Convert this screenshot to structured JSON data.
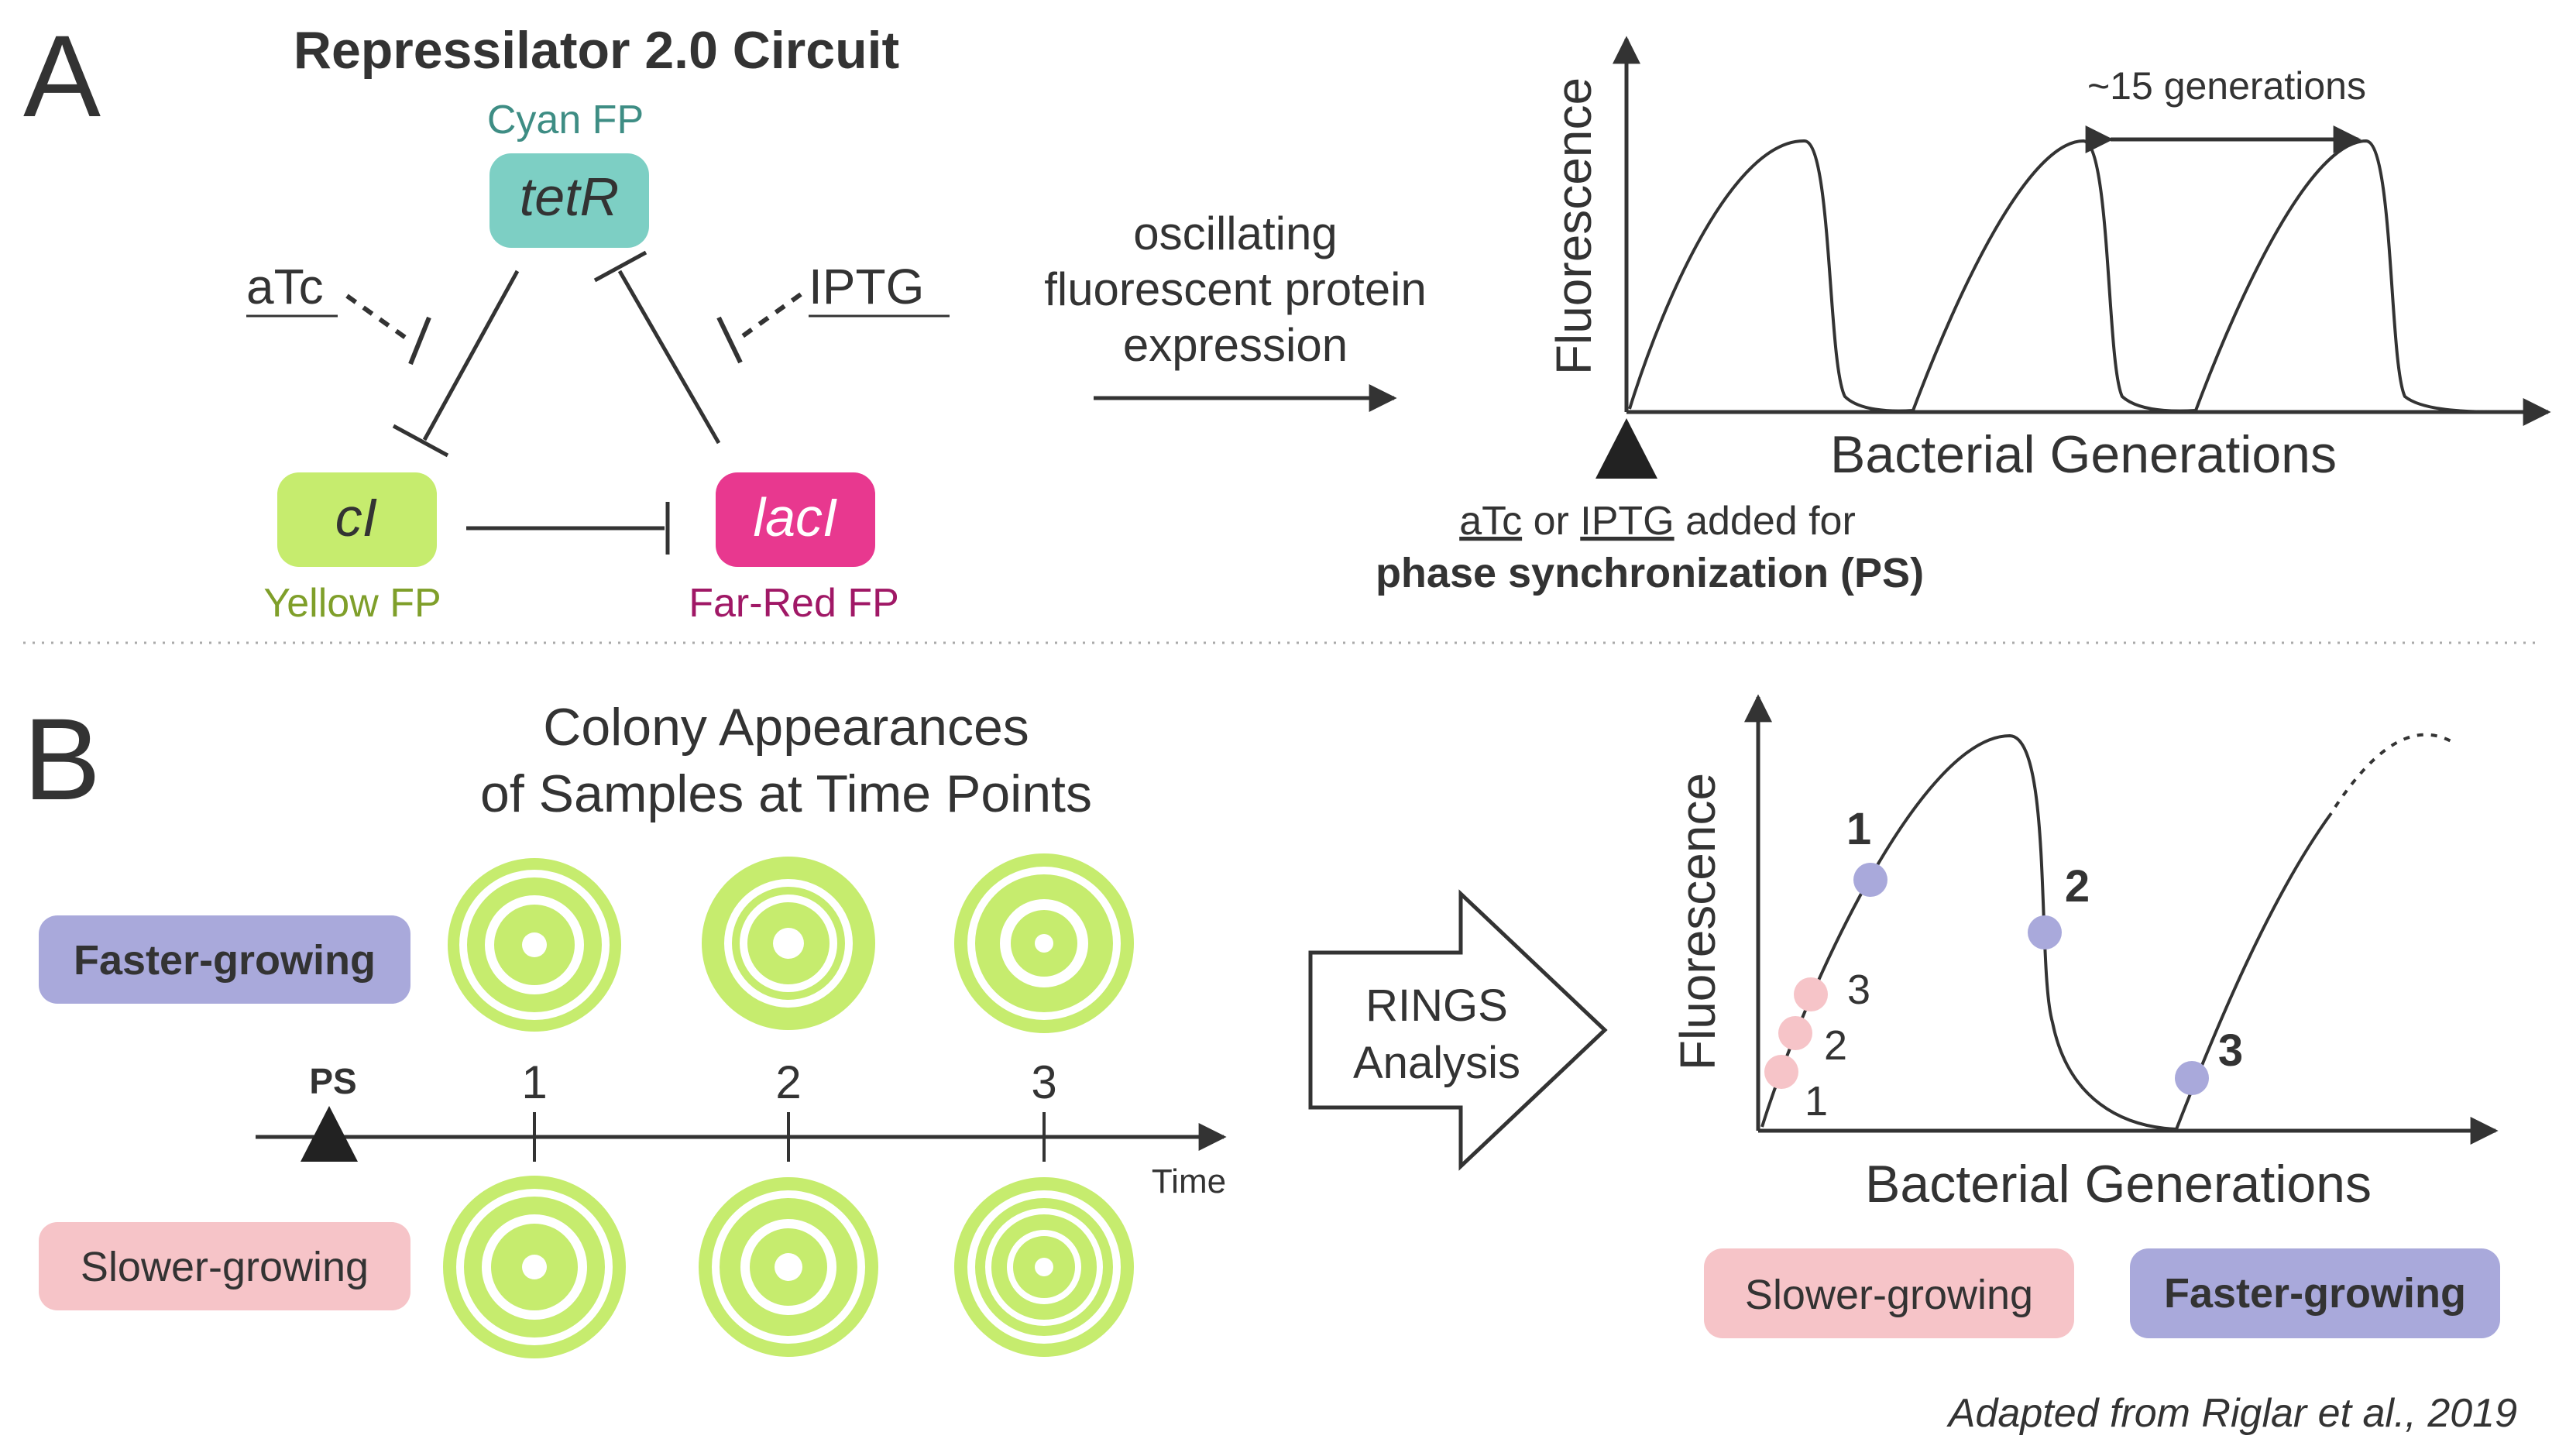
{
  "panelA": {
    "letter": "A",
    "title": "Repressilator 2.0 Circuit",
    "genes": {
      "tetR": {
        "label": "tetR",
        "fp": "Cyan FP",
        "box_color": "#7dcfc4",
        "fp_color": "#3e8d84"
      },
      "cI": {
        "label": "cI",
        "fp": "Yellow FP",
        "box_color": "#c6ec6e",
        "fp_color": "#7f9f2a"
      },
      "lacI": {
        "label": "lacI",
        "fp": "Far-Red FP",
        "box_color": "#e8388f",
        "fp_color": "#a01866"
      }
    },
    "inducers": {
      "left": "aTc",
      "right": "IPTG"
    },
    "arrow_text": [
      "oscillating",
      "fluorescent protein",
      "expression"
    ],
    "graph": {
      "ylabel": "Fluorescence",
      "xlabel": "Bacterial Generations",
      "period_label": "~15 generations",
      "ps_note_inducer1": "aTc",
      "ps_note_or": "or",
      "ps_note_inducer2": "IPTG",
      "ps_note_rest": "added for",
      "ps_note_bold": "phase synchronization (PS)"
    }
  },
  "panelB": {
    "letter": "B",
    "title_line1": "Colony Appearances",
    "title_line2": "of Samples at Time Points",
    "faster_label": "Faster-growing",
    "slower_label": "Slower-growing",
    "faster_color": "#a9a9db",
    "slower_color": "#f6c4c8",
    "colony_color": "#c6ec6e",
    "timeline": {
      "ps": "PS",
      "points": [
        "1",
        "2",
        "3"
      ],
      "axis": "Time"
    },
    "rings_arrow": [
      "RINGS",
      "Analysis"
    ],
    "graph": {
      "ylabel": "Fluorescence",
      "xlabel": "Bacterial Generations",
      "faster_points": [
        "1",
        "2",
        "3"
      ],
      "slower_points": [
        "1",
        "2",
        "3"
      ]
    },
    "legend": {
      "slower": "Slower-growing",
      "faster": "Faster-growing"
    }
  },
  "citation": "Adapted from Riglar et al., 2019"
}
